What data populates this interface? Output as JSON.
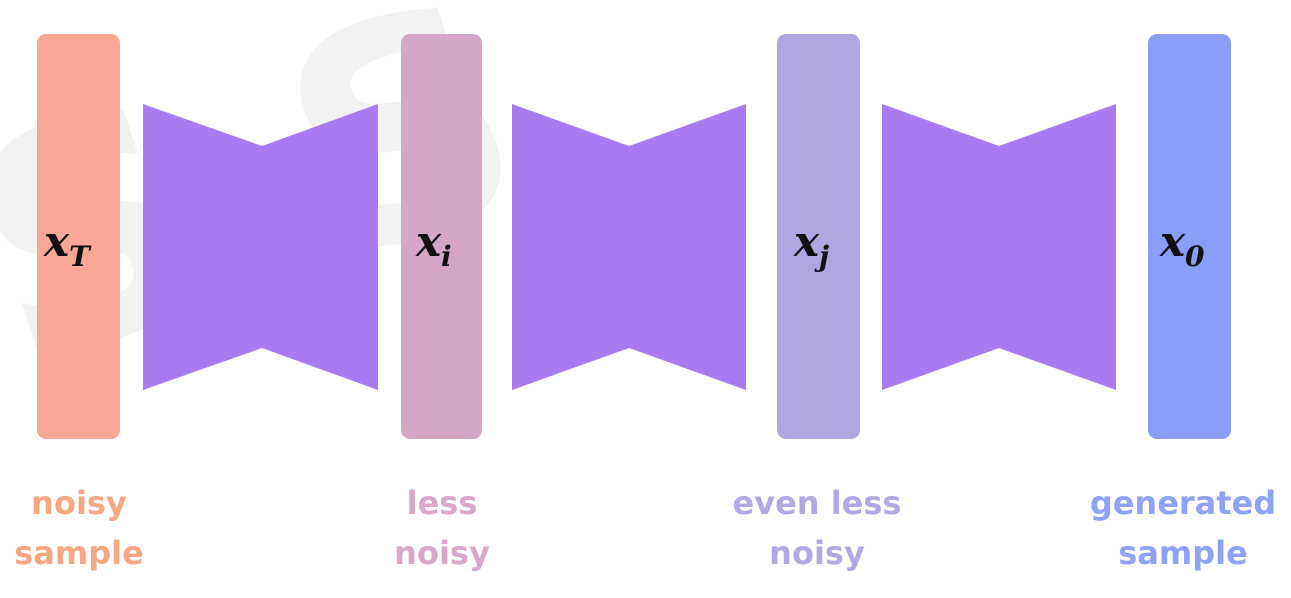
{
  "colors": {
    "bar_noisy": "#f9a797",
    "bar_less": "#d4a7c6",
    "bar_even_less": "#b1a5e1",
    "bar_generated": "#8a9df7",
    "block": "#a87cf0",
    "caption_noisy": "#f7a882",
    "caption_less": "#d9a7c8",
    "caption_even_less": "#b3a8e3",
    "caption_generated": "#8ea3f6"
  },
  "stages": [
    {
      "symbol": "x",
      "subscript": "T",
      "caption_line1": "noisy",
      "caption_line2": "sample"
    },
    {
      "symbol": "x",
      "subscript": "i",
      "caption_line1": "less",
      "caption_line2": "noisy"
    },
    {
      "symbol": "x",
      "subscript": "j",
      "caption_line1": "even less",
      "caption_line2": "noisy"
    },
    {
      "symbol": "x",
      "subscript": "0",
      "caption_line1": "generated",
      "caption_line2": "sample"
    }
  ]
}
